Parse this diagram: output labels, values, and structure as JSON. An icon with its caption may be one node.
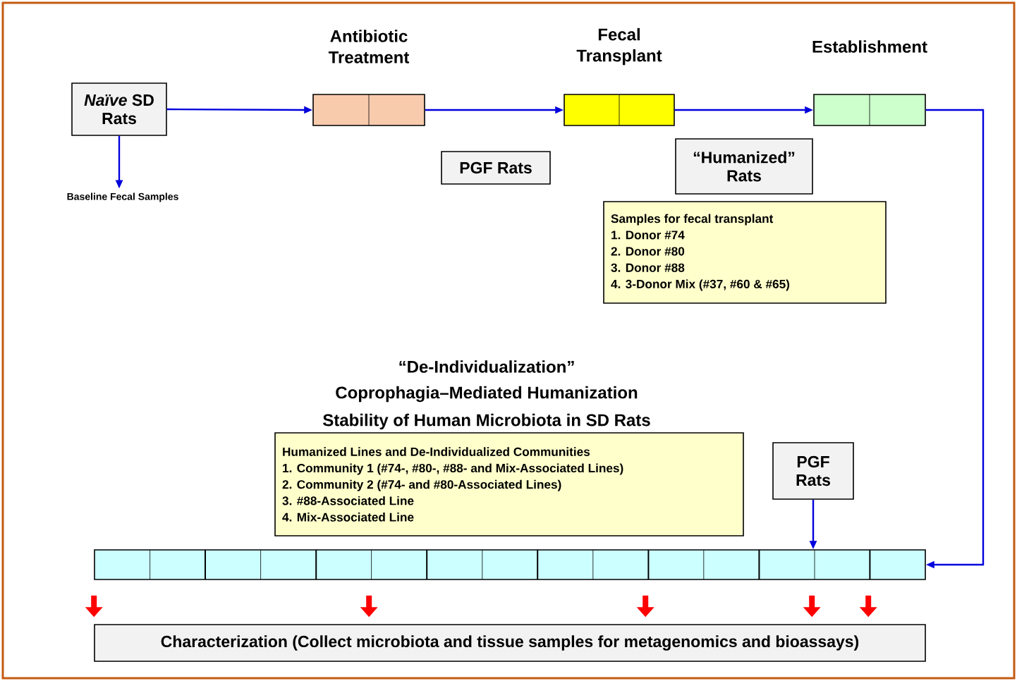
{
  "diagram": {
    "nodes": [
      {
        "text": [
          "*Naïve* SD Rats"
        ]
      },
      {
        "text": [],
        "shape": "bar",
        "beside": [
          "Antibiotic Treatment"
        ]
      },
      {
        "text": [],
        "shape": "bar",
        "beside": [
          "Fecal Transplant"
        ]
      },
      {
        "text": [],
        "shape": "bar",
        "beside": [
          "Establishment"
        ]
      },
      {
        "text": [
          "Baseline Fecal Samples"
        ]
      },
      {
        "text": [
          "PGF Rats"
        ]
      },
      {
        "text": [
          "“Humanized” Rats"
        ]
      },
      {
        "text": [
          "Samples for fecal transplant",
          "1. Donor #74",
          "2. Donor #80",
          "3. Donor #88",
          "4. 3-Donor Mix (#37, #60 & #65)"
        ]
      },
      {
        "text": [
          "Humanized Lines and De-Individualized Communities",
          "1. Community 1 (#74-, #80-, #88- and Mix-Associated Lines)",
          "2. Community 2 (#74- and #80-Associated Lines)",
          "3. #88-Associated Line",
          "4. Mix-Associated Line"
        ]
      },
      {
        "text": [
          "PGF Rats"
        ]
      },
      {
        "text": [],
        "shape": "bar"
      },
      {
        "text": [
          "Characterization (Collect microbiota and tissue samples for metagenomics and bioassays)"
        ]
      }
    ],
    "edges": [
      {
        "from": 0,
        "to": 1,
        "arrow": "to"
      },
      {
        "from": 1,
        "to": 2,
        "arrow": "to"
      },
      {
        "from": 2,
        "to": 3,
        "arrow": "to"
      },
      {
        "from": 3,
        "to": 10,
        "arrow": "to"
      },
      {
        "from": 0,
        "to": 4,
        "arrow": "to"
      },
      {
        "from": 9,
        "to": 10,
        "arrow": "to"
      },
      {
        "from": 10,
        "to": 11,
        "arrow": "to",
        "style": "thick",
        "color": "#ff0000"
      },
      {
        "from": 10,
        "to": 11,
        "arrow": "to",
        "style": "thick",
        "color": "#ff0000"
      },
      {
        "from": 10,
        "to": 11,
        "arrow": "to",
        "style": "thick",
        "color": "#ff0000"
      },
      {
        "from": 10,
        "to": 11,
        "arrow": "to",
        "style": "thick",
        "color": "#ff0000"
      },
      {
        "from": 10,
        "to": 11,
        "arrow": "to",
        "style": "thick",
        "color": "#ff0000"
      }
    ],
    "labels": [
      "“De-Individualization”",
      "Coprophagia–Mediated Humanization",
      "Stability of Human Microbiota in SD Rats"
    ]
  }
}
